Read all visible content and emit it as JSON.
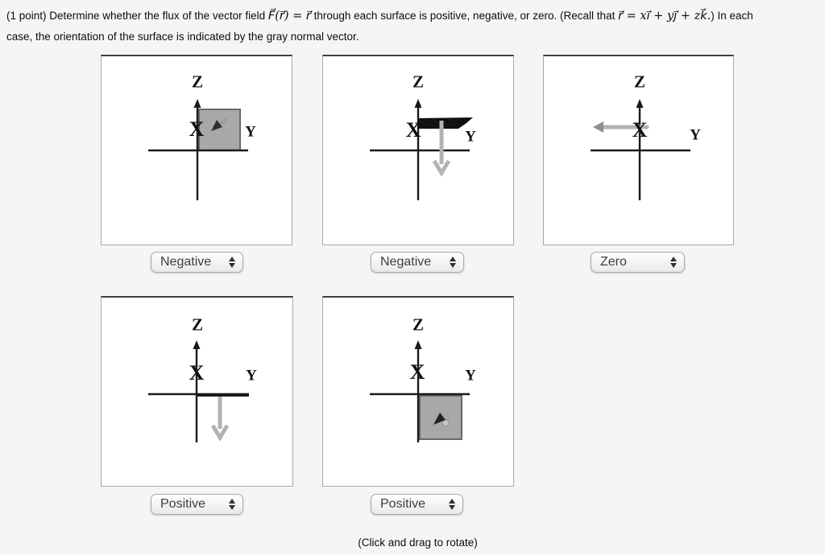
{
  "problem": {
    "line1_pre": "(1 point) Determine whether the flux of the vector field ",
    "math_field": "F⃗(r⃗) = r⃗",
    "line1_mid": " through each surface is positive, negative, or zero. (Recall that ",
    "math_recall": "r⃗ = xi⃗ + yj⃗ + zk⃗.",
    "line1_post": ") In each",
    "line2": "case, the orientation of the surface is indicated by the gray normal vector."
  },
  "axes": {
    "x": "X",
    "y": "Y",
    "z": "Z"
  },
  "panels": [
    {
      "figure": "gray square surface above y-axis, normal arrow pointing toward viewer",
      "answer": "Negative"
    },
    {
      "figure": "dark flat plate above origin with long gray normal arrow pointing down",
      "answer": "Negative"
    },
    {
      "figure": "edge-on surface with gray normal arrow pointing left along -y",
      "answer": "Zero"
    },
    {
      "figure": "edge-on surface on y-axis with gray normal arrow pointing down",
      "answer": "Positive"
    },
    {
      "figure": "gray square surface below y-axis, normal arrow pointing toward viewer",
      "answer": "Positive"
    }
  ],
  "caption": "(Click and drag to rotate)",
  "colors": {
    "page_bg": "#f5f5f5",
    "panel_bg": "#ffffff",
    "axis": "#1a1a1a",
    "surface_gray": "#a8a8a8",
    "surface_border": "#696969",
    "surface_dark": "#111111",
    "normal_arrow": "#b3b3b3",
    "dropdown_text": "#3d3d3d"
  }
}
